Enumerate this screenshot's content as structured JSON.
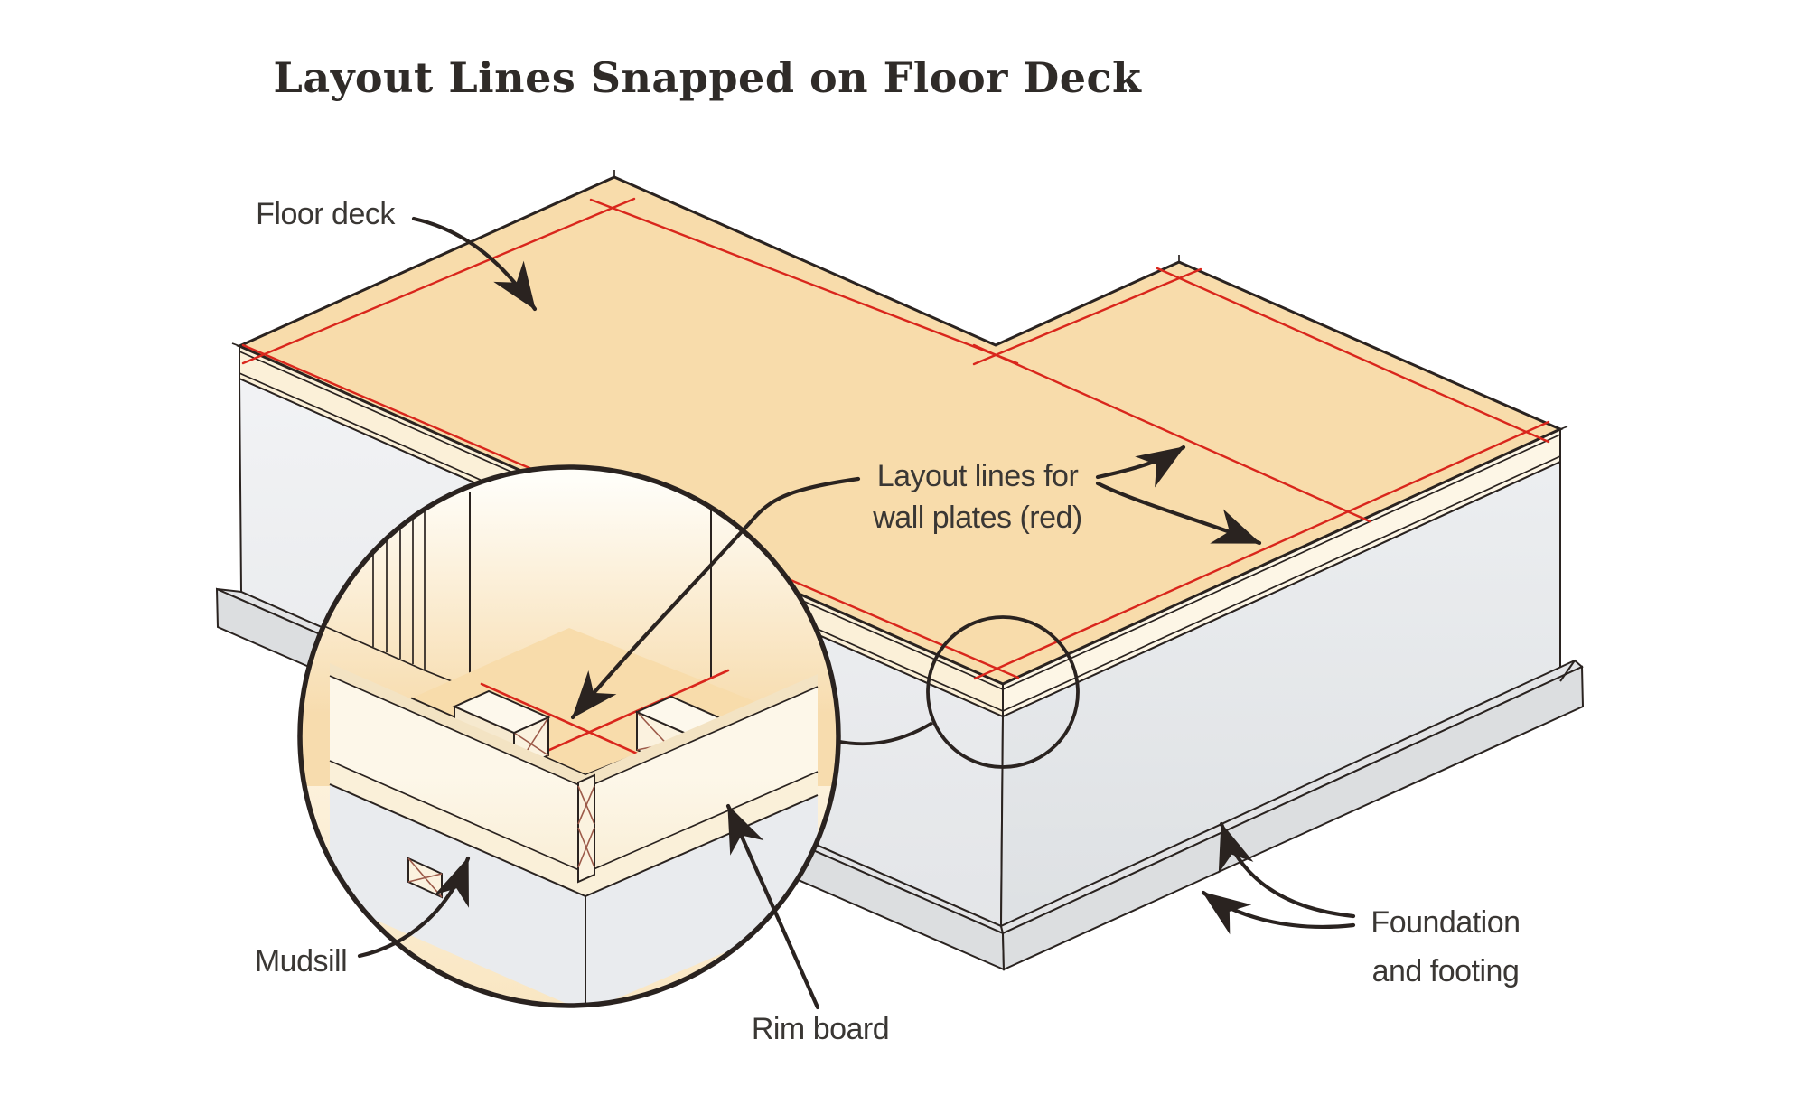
{
  "title": "Layout Lines Snapped on Floor Deck",
  "labels": {
    "floor_deck": "Floor deck",
    "layout_lines_1": "Layout lines for",
    "layout_lines_2": "wall plates (red)",
    "mudsill": "Mudsill",
    "rim_board": "Rim board",
    "foundation_1": "Foundation",
    "foundation_2": "and footing"
  },
  "colors": {
    "c-deck": "#f8dcab",
    "c-band-sw": "#fbf0d8",
    "c-band-se": "#fdf6e6",
    "c-ply": "#f3e3c3",
    "c-mudsill": "#faf0d9",
    "c-found-mag": "#e9ebee",
    "c-footing": "#e3e4e6",
    "c-footing-face": "#dcdee0",
    "c-outline": "#2a2320",
    "c-red": "#d9261c",
    "c-xmark": "#9c5a49",
    "c-text": "#3a3734",
    "c-title": "#2f2b28"
  }
}
